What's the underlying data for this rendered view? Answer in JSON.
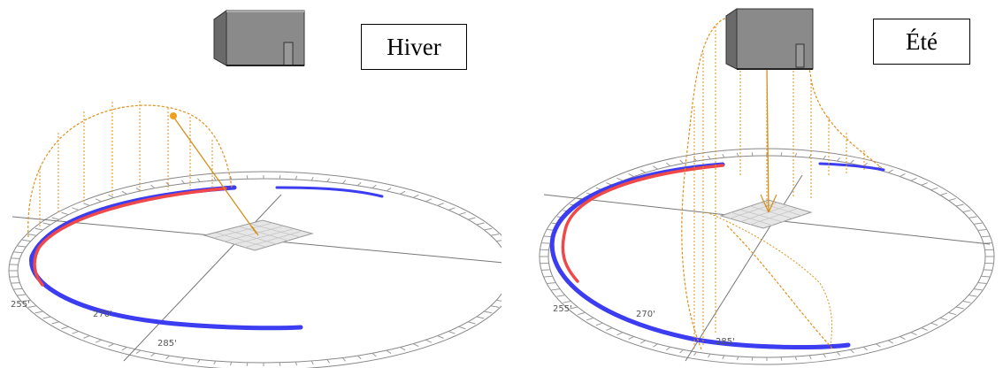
{
  "panels": [
    {
      "id": "hiver",
      "season_label": "Hiver",
      "angle_labels": [
        "255'",
        "270'",
        "285'"
      ]
    },
    {
      "id": "ete",
      "season_label": "Été",
      "angle_labels": [
        "255'",
        "270'",
        "285'"
      ]
    }
  ],
  "colors": {
    "sun_path": "#e0901a",
    "winter_arc": "#f04848",
    "summer_arc": "#3c3cf0",
    "building": "#7a7a7a",
    "compass_ring": "#888888"
  }
}
